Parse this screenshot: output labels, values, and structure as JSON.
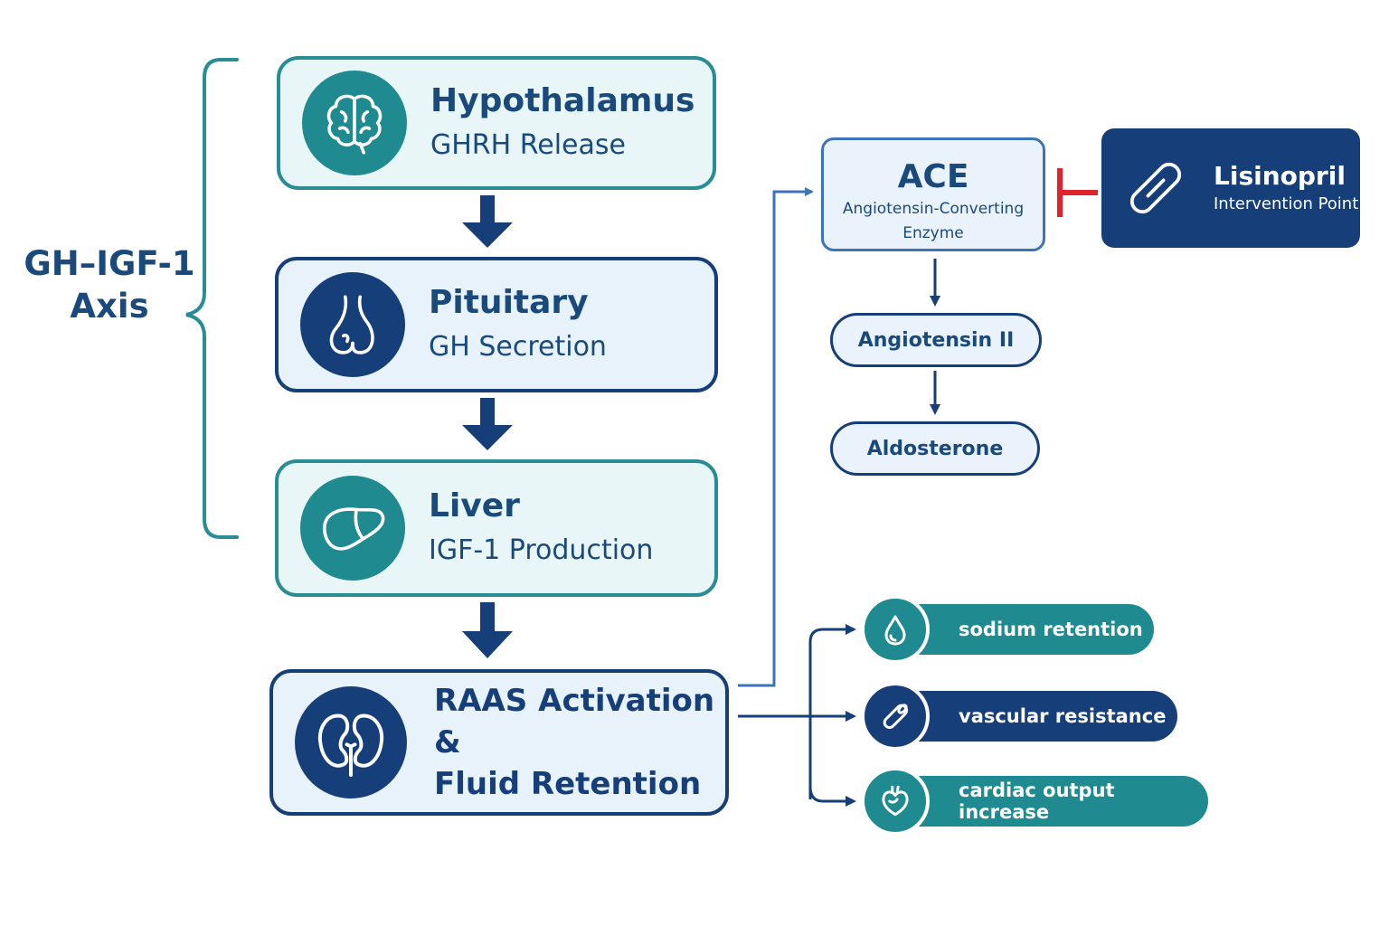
{
  "axis": {
    "label_line1": "GH–IGF-1",
    "label_line2": "Axis"
  },
  "steps": [
    {
      "title": "Hypothalamus",
      "subtitle": "GHRH Release",
      "icon": "brain-icon"
    },
    {
      "title": "Pituitary",
      "subtitle": "GH Secretion",
      "icon": "pituitary-gland-icon"
    },
    {
      "title": "Liver",
      "subtitle": "IGF-1 Production",
      "icon": "liver-icon"
    }
  ],
  "raas": {
    "line1": "RAAS Activation &",
    "line2": "Fluid Retention",
    "icon": "kidneys-icon"
  },
  "ace": {
    "title": "ACE",
    "subtitle_line1": "Angiotensin-Converting",
    "subtitle_line2": "Enzyme"
  },
  "cascade": [
    "Angiotensin II",
    "Aldosterone"
  ],
  "drug": {
    "name": "Lisinopril",
    "label": "Intervention Point",
    "icon": "pill-icon"
  },
  "effects": [
    {
      "label": "sodium retention",
      "icon": "water-drop-icon"
    },
    {
      "label": "vascular resistance",
      "icon": "blood-vessel-icon"
    },
    {
      "label": "cardiac output increase",
      "icon": "heart-icon"
    }
  ],
  "colors": {
    "teal": "#1f8a8f",
    "teal_border": "#2a8c94",
    "navy": "#163f7a",
    "blue_line": "#3d73b8",
    "inhibit_red": "#e0242b",
    "text_dark": "#1a4a7c",
    "box_fill": "#e8f2fb"
  }
}
